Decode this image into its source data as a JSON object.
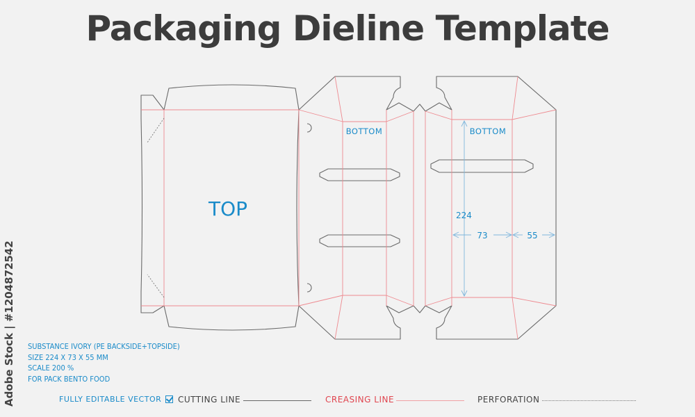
{
  "title": "Packaging Dieline Template",
  "panels": {
    "top_label": "TOP",
    "bottom_label_left": "BOTTOM",
    "bottom_label_right": "BOTTOM"
  },
  "dimensions": {
    "length": "224",
    "width": "73",
    "depth": "55"
  },
  "specs": [
    "SUBSTANCE IVORY (PE BACKSIDE+TOPSIDE)",
    "SIZE 224 X 73 X 55 MM",
    "SCALE 200 %",
    "FOR PACK BENTO FOOD"
  ],
  "legend": {
    "vector": "FULLY EDITABLE VECTOR",
    "cutting": "CUTTING LINE",
    "creasing": "CREASING LINE",
    "perforation": "PERFORATION"
  },
  "watermark": "Adobe Stock | #1204872542",
  "colors": {
    "cut": "#6a6a6a",
    "crease": "#ee8a90",
    "blue": "#1a8bc9",
    "background": "#f2f2f2"
  }
}
